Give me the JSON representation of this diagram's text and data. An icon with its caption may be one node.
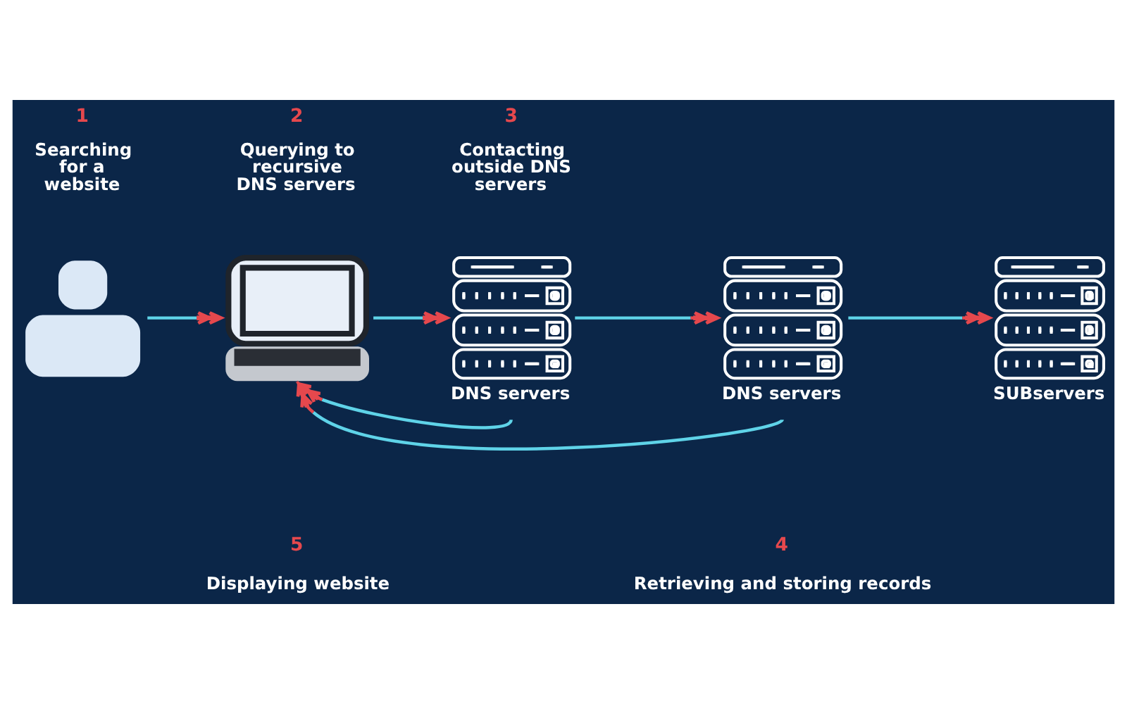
{
  "diagram": {
    "nodes": [
      {
        "text": [],
        "shape": "person",
        "beside": [
          "1",
          "Searching for a website"
        ]
      },
      {
        "text": [],
        "shape": "picture",
        "beside": [
          "2",
          "Querying to recursive DNS servers"
        ]
      },
      {
        "text": [
          "DNS servers"
        ],
        "beside": [
          "3",
          "Contacting outside DNS servers"
        ]
      },
      {
        "text": [
          "DNS servers"
        ]
      },
      {
        "text": [
          "SUBservers"
        ]
      }
    ],
    "edges": [
      {
        "from": 0,
        "to": 1,
        "arrow": "to"
      },
      {
        "from": 1,
        "to": 2,
        "arrow": "to"
      },
      {
        "from": 2,
        "to": 3,
        "arrow": "to"
      },
      {
        "from": 3,
        "to": 4,
        "arrow": "to"
      },
      {
        "from": 2,
        "to": 1,
        "arrow": "to"
      },
      {
        "from": 3,
        "to": 1,
        "arrow": "to"
      }
    ],
    "labels": [
      "5",
      "Displaying website",
      "4",
      "Retrieving and storing records"
    ]
  }
}
